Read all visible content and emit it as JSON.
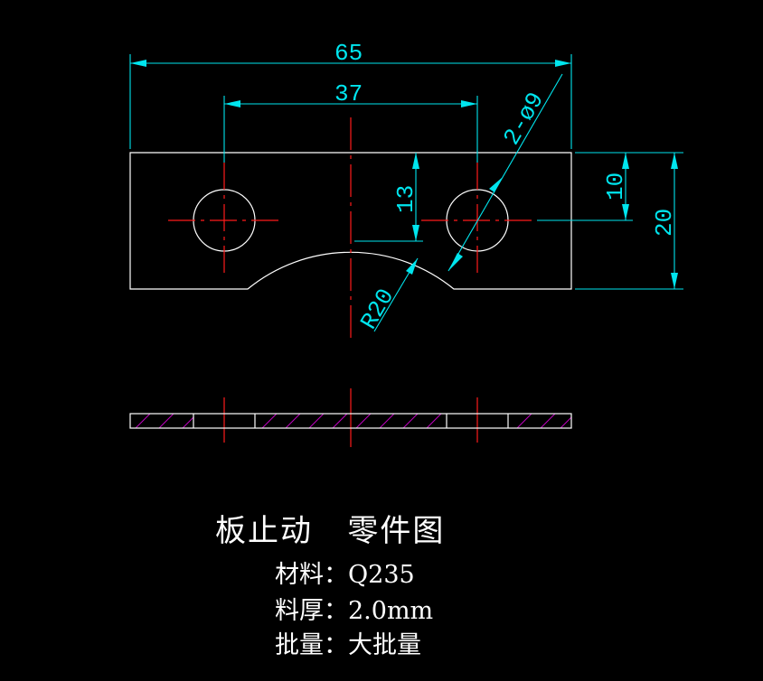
{
  "dimensions": {
    "overall_length": "65",
    "hole_spacing": "37",
    "hole_callout": "2-ø9",
    "hole_center_height": "10",
    "overall_height": "20",
    "arc_top_height": "13",
    "arc_radius": "R20"
  },
  "title_block": {
    "title": "板止动   零件图",
    "material": "材料：Q235",
    "thickness": "料厚：2.0mm",
    "batch": "批量：大批量"
  },
  "colors": {
    "background": "#000000",
    "outline": "#ffffff",
    "centerline": "#ff1a1a",
    "dimension": "#00e5ee",
    "hatch": "#c000c0"
  }
}
